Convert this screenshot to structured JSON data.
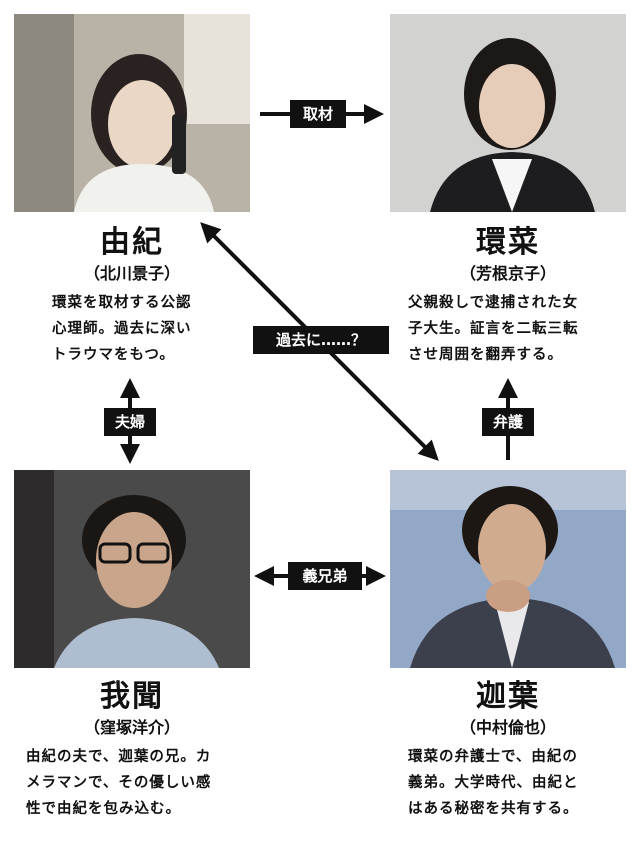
{
  "characters": {
    "yuki": {
      "name": "由紀",
      "actor": "（北川景子）",
      "desc": [
        "環菜を取材する公認",
        "心理師。過去に深い",
        "トラウマをもつ。"
      ]
    },
    "tamana": {
      "name": "環菜",
      "actor": "（芳根京子）",
      "desc": [
        "父親殺しで逮捕された女",
        "子大生。証言を二転三転",
        "させ周囲を翻弄する。"
      ]
    },
    "gamon": {
      "name": "我聞",
      "actor": "（窪塚洋介）",
      "desc": [
        "由紀の夫で、迦葉の兄。カ",
        "メラマンで、その優しい感",
        "性で由紀を包み込む。"
      ]
    },
    "kasho": {
      "name": "迦葉",
      "actor": "（中村倫也）",
      "desc": [
        "環菜の弁護士で、由紀の",
        "義弟。大学時代、由紀と",
        "はある秘密を共有する。"
      ]
    }
  },
  "relations": {
    "interview": "取材",
    "past": "過去に……？",
    "couple": "夫婦",
    "defense": "弁護",
    "in_law": "義兄弟"
  }
}
